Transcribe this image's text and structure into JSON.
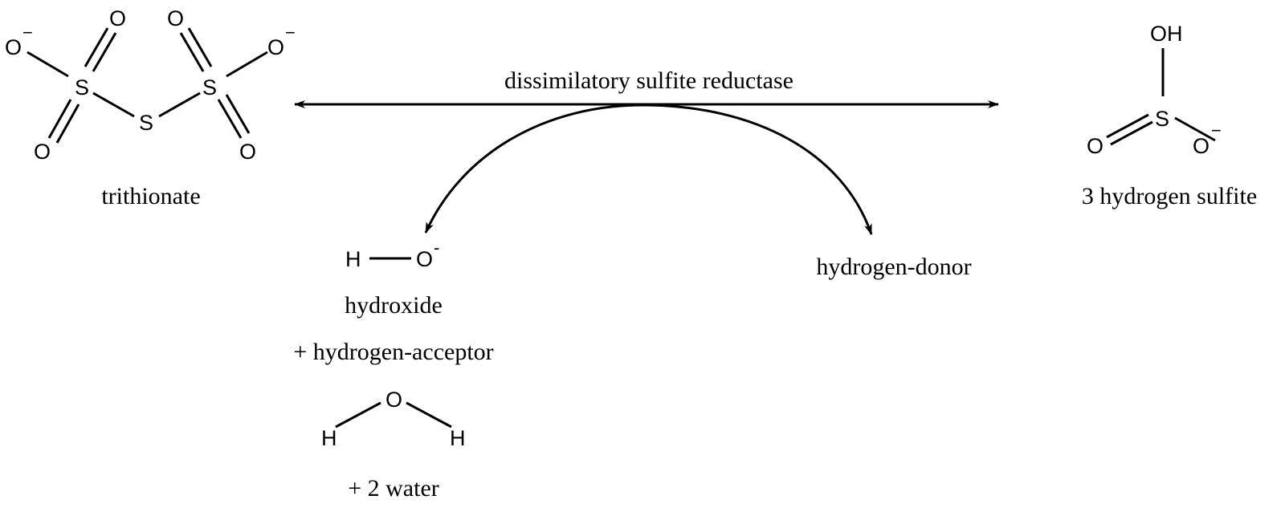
{
  "reaction": {
    "enzyme": "dissimilatory sulfite reductase",
    "reactant": {
      "name": "trithionate",
      "atoms": {
        "s": "S",
        "o": "O",
        "minus": "−"
      }
    },
    "product": {
      "name": "3 hydrogen sulfite",
      "atoms": {
        "s": "S",
        "o": "O",
        "oh": "OH",
        "minus": "−"
      }
    },
    "side_product_left": {
      "hydroxide_atoms": {
        "h": "H",
        "o": "O",
        "minus": "-"
      },
      "hydroxide_label": "hydroxide",
      "acceptor_label": "+ hydrogen-acceptor",
      "water_atoms": {
        "h": "H",
        "o": "O"
      },
      "water_label": "+ 2 water"
    },
    "side_reactant_right": {
      "label": "hydrogen-donor"
    }
  }
}
